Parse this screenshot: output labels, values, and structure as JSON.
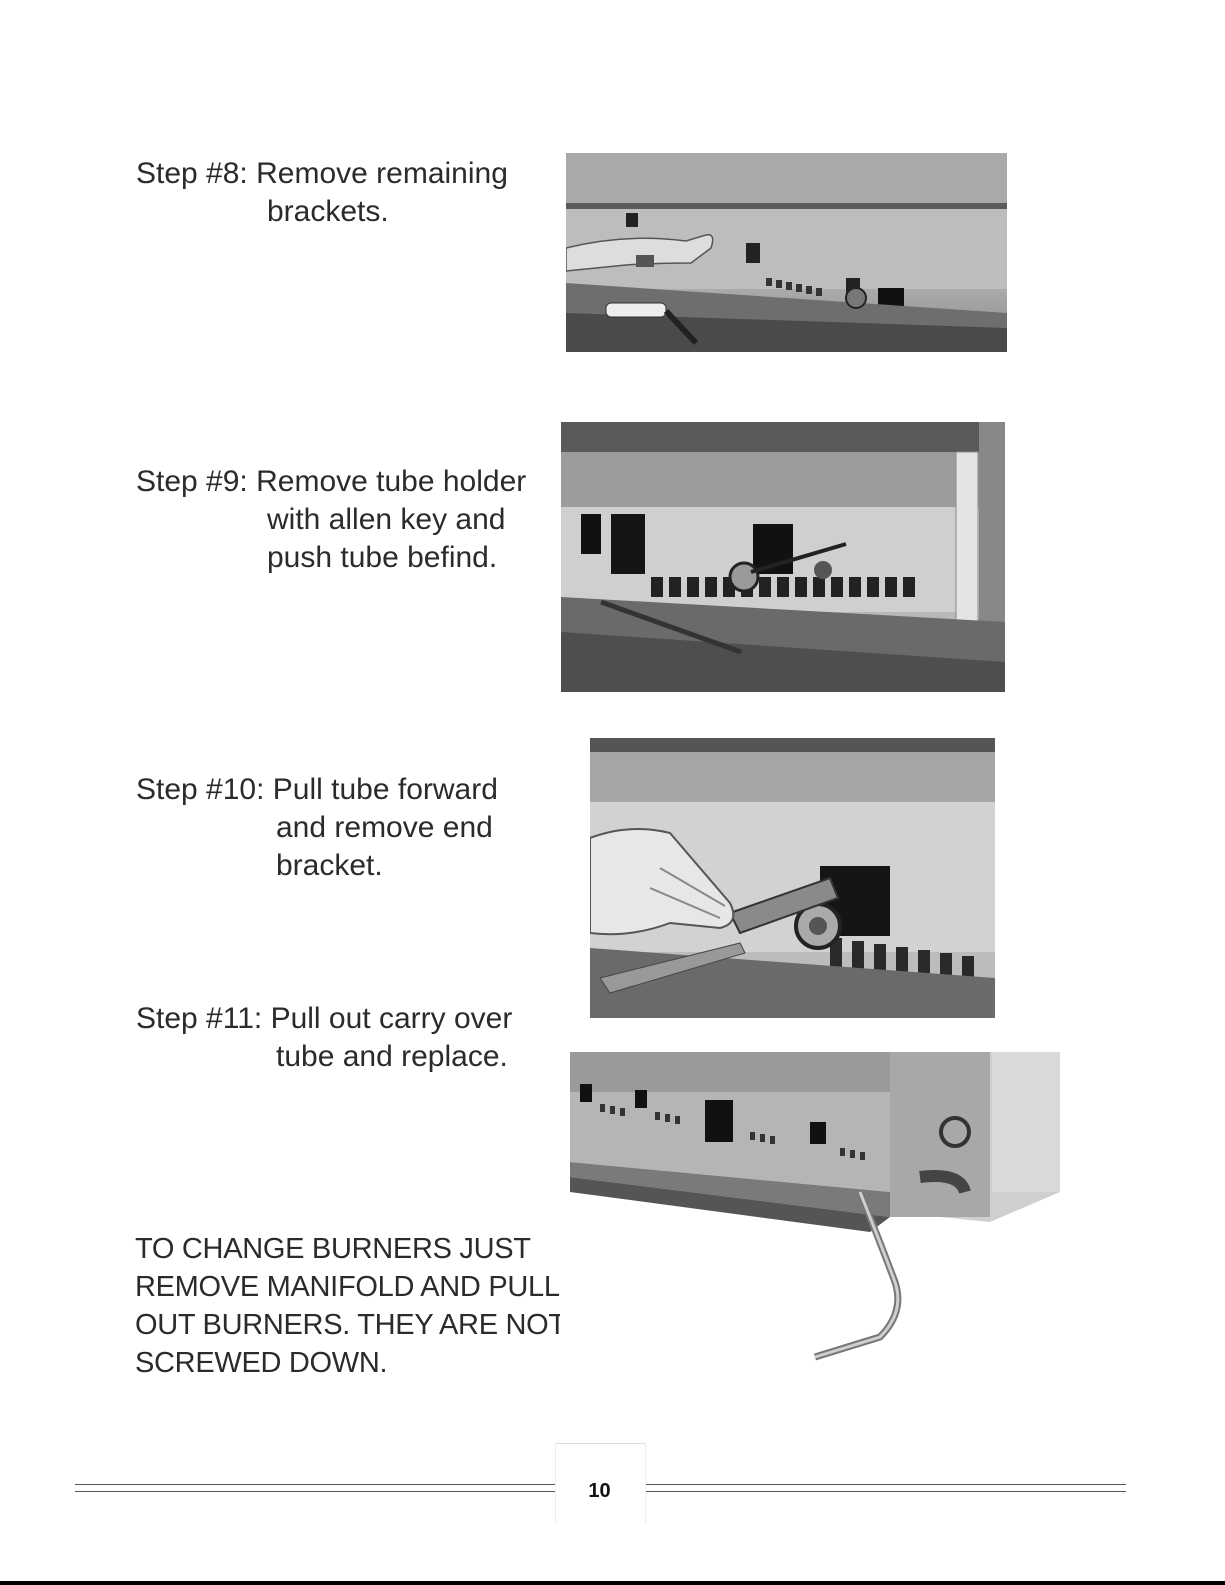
{
  "steps": [
    {
      "label": "Step #8:",
      "line1": "Remove remaining",
      "lines": [
        "brackets."
      ]
    },
    {
      "label": "Step #9:",
      "line1": "Remove tube holder",
      "lines": [
        "with allen key and",
        "push tube befind."
      ]
    },
    {
      "label": "Step #10:",
      "line1": "Pull tube forward",
      "lines": [
        "and remove end",
        "bracket."
      ]
    },
    {
      "label": "Step #11:",
      "line1": "Pull out carry over",
      "lines": [
        "tube and replace."
      ]
    }
  ],
  "note": [
    "TO CHANGE BURNERS JUST",
    "REMOVE MANIFOLD AND PULL",
    "OUT BURNERS. THEY ARE NOT",
    "SCREWED DOWN."
  ],
  "page_number": "10",
  "photos": [
    {
      "name": "photo-step-8"
    },
    {
      "name": "photo-step-9"
    },
    {
      "name": "photo-step-10"
    },
    {
      "name": "photo-step-11"
    }
  ]
}
